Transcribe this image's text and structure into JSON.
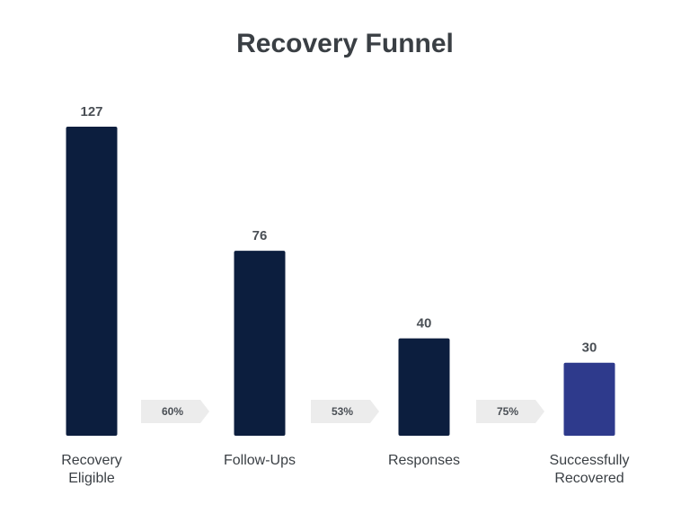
{
  "chart_data": {
    "type": "bar",
    "title": "Recovery Funnel",
    "xlabel": "",
    "ylabel": "",
    "grid": false,
    "categories": [
      [
        "Recovery",
        "Eligible"
      ],
      [
        "Follow-Ups"
      ],
      [
        "Responses"
      ],
      [
        "Successfully",
        "Recovered"
      ]
    ],
    "values": [
      127,
      76,
      40,
      30
    ],
    "value_labels": [
      "127",
      "76",
      "40",
      "30"
    ],
    "conversion_rates": [
      "60%",
      "53%",
      "75%"
    ],
    "ylim": [
      0,
      127
    ],
    "colors": {
      "bar": "#0c1e3e",
      "highlight_bar": "#2e3a8c",
      "arrow": "#ececec",
      "title": "#3a3f44"
    },
    "highlight_index": 3
  }
}
